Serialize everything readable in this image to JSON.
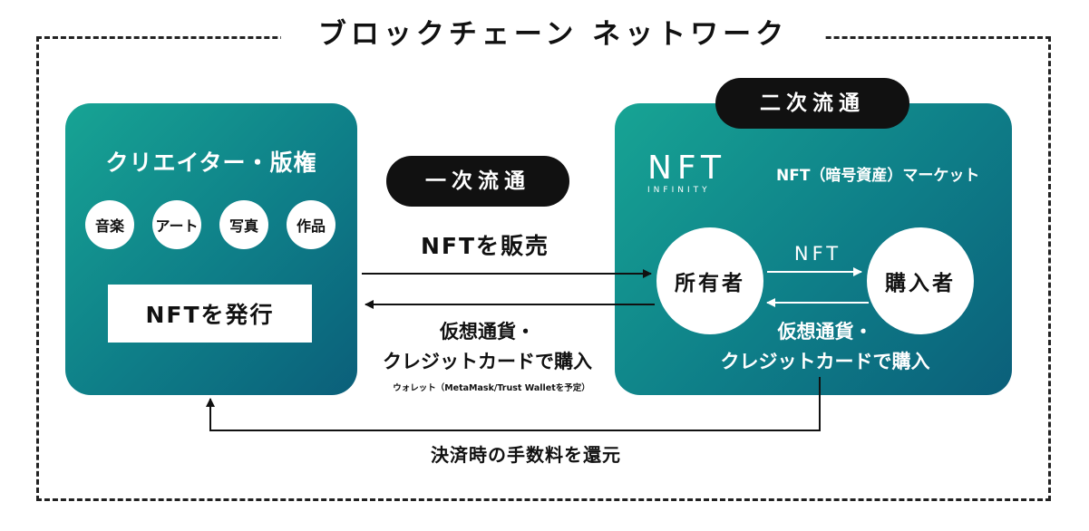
{
  "network_title": "ブロックチェーン ネットワーク",
  "creator": {
    "title": "クリエイター・版権",
    "genres": [
      "音楽",
      "アート",
      "写真",
      "作品"
    ],
    "issue_label": "NFTを発行"
  },
  "primary": {
    "pill": "一次流通",
    "sell_label": "NFTを販売",
    "payment": [
      "仮想通貨・",
      "クレジットカードで購入"
    ],
    "wallet_note": "ウォレット（MetaMask/Trust Walletを予定）"
  },
  "secondary": {
    "pill": "二次流通",
    "logo_main": "NFT",
    "logo_sub": "INFINITY",
    "market_label": "NFT（暗号資産）マーケット",
    "owner": "所有者",
    "buyer": "購入者",
    "transfer_label": "NFT",
    "payment": [
      "仮想通貨・",
      "クレジットカードで購入"
    ]
  },
  "royalty_label": "決済時の手数料を還元",
  "colors": {
    "panel_start": "#17a494",
    "panel_end": "#0b5f7a",
    "pill": "#111111"
  }
}
